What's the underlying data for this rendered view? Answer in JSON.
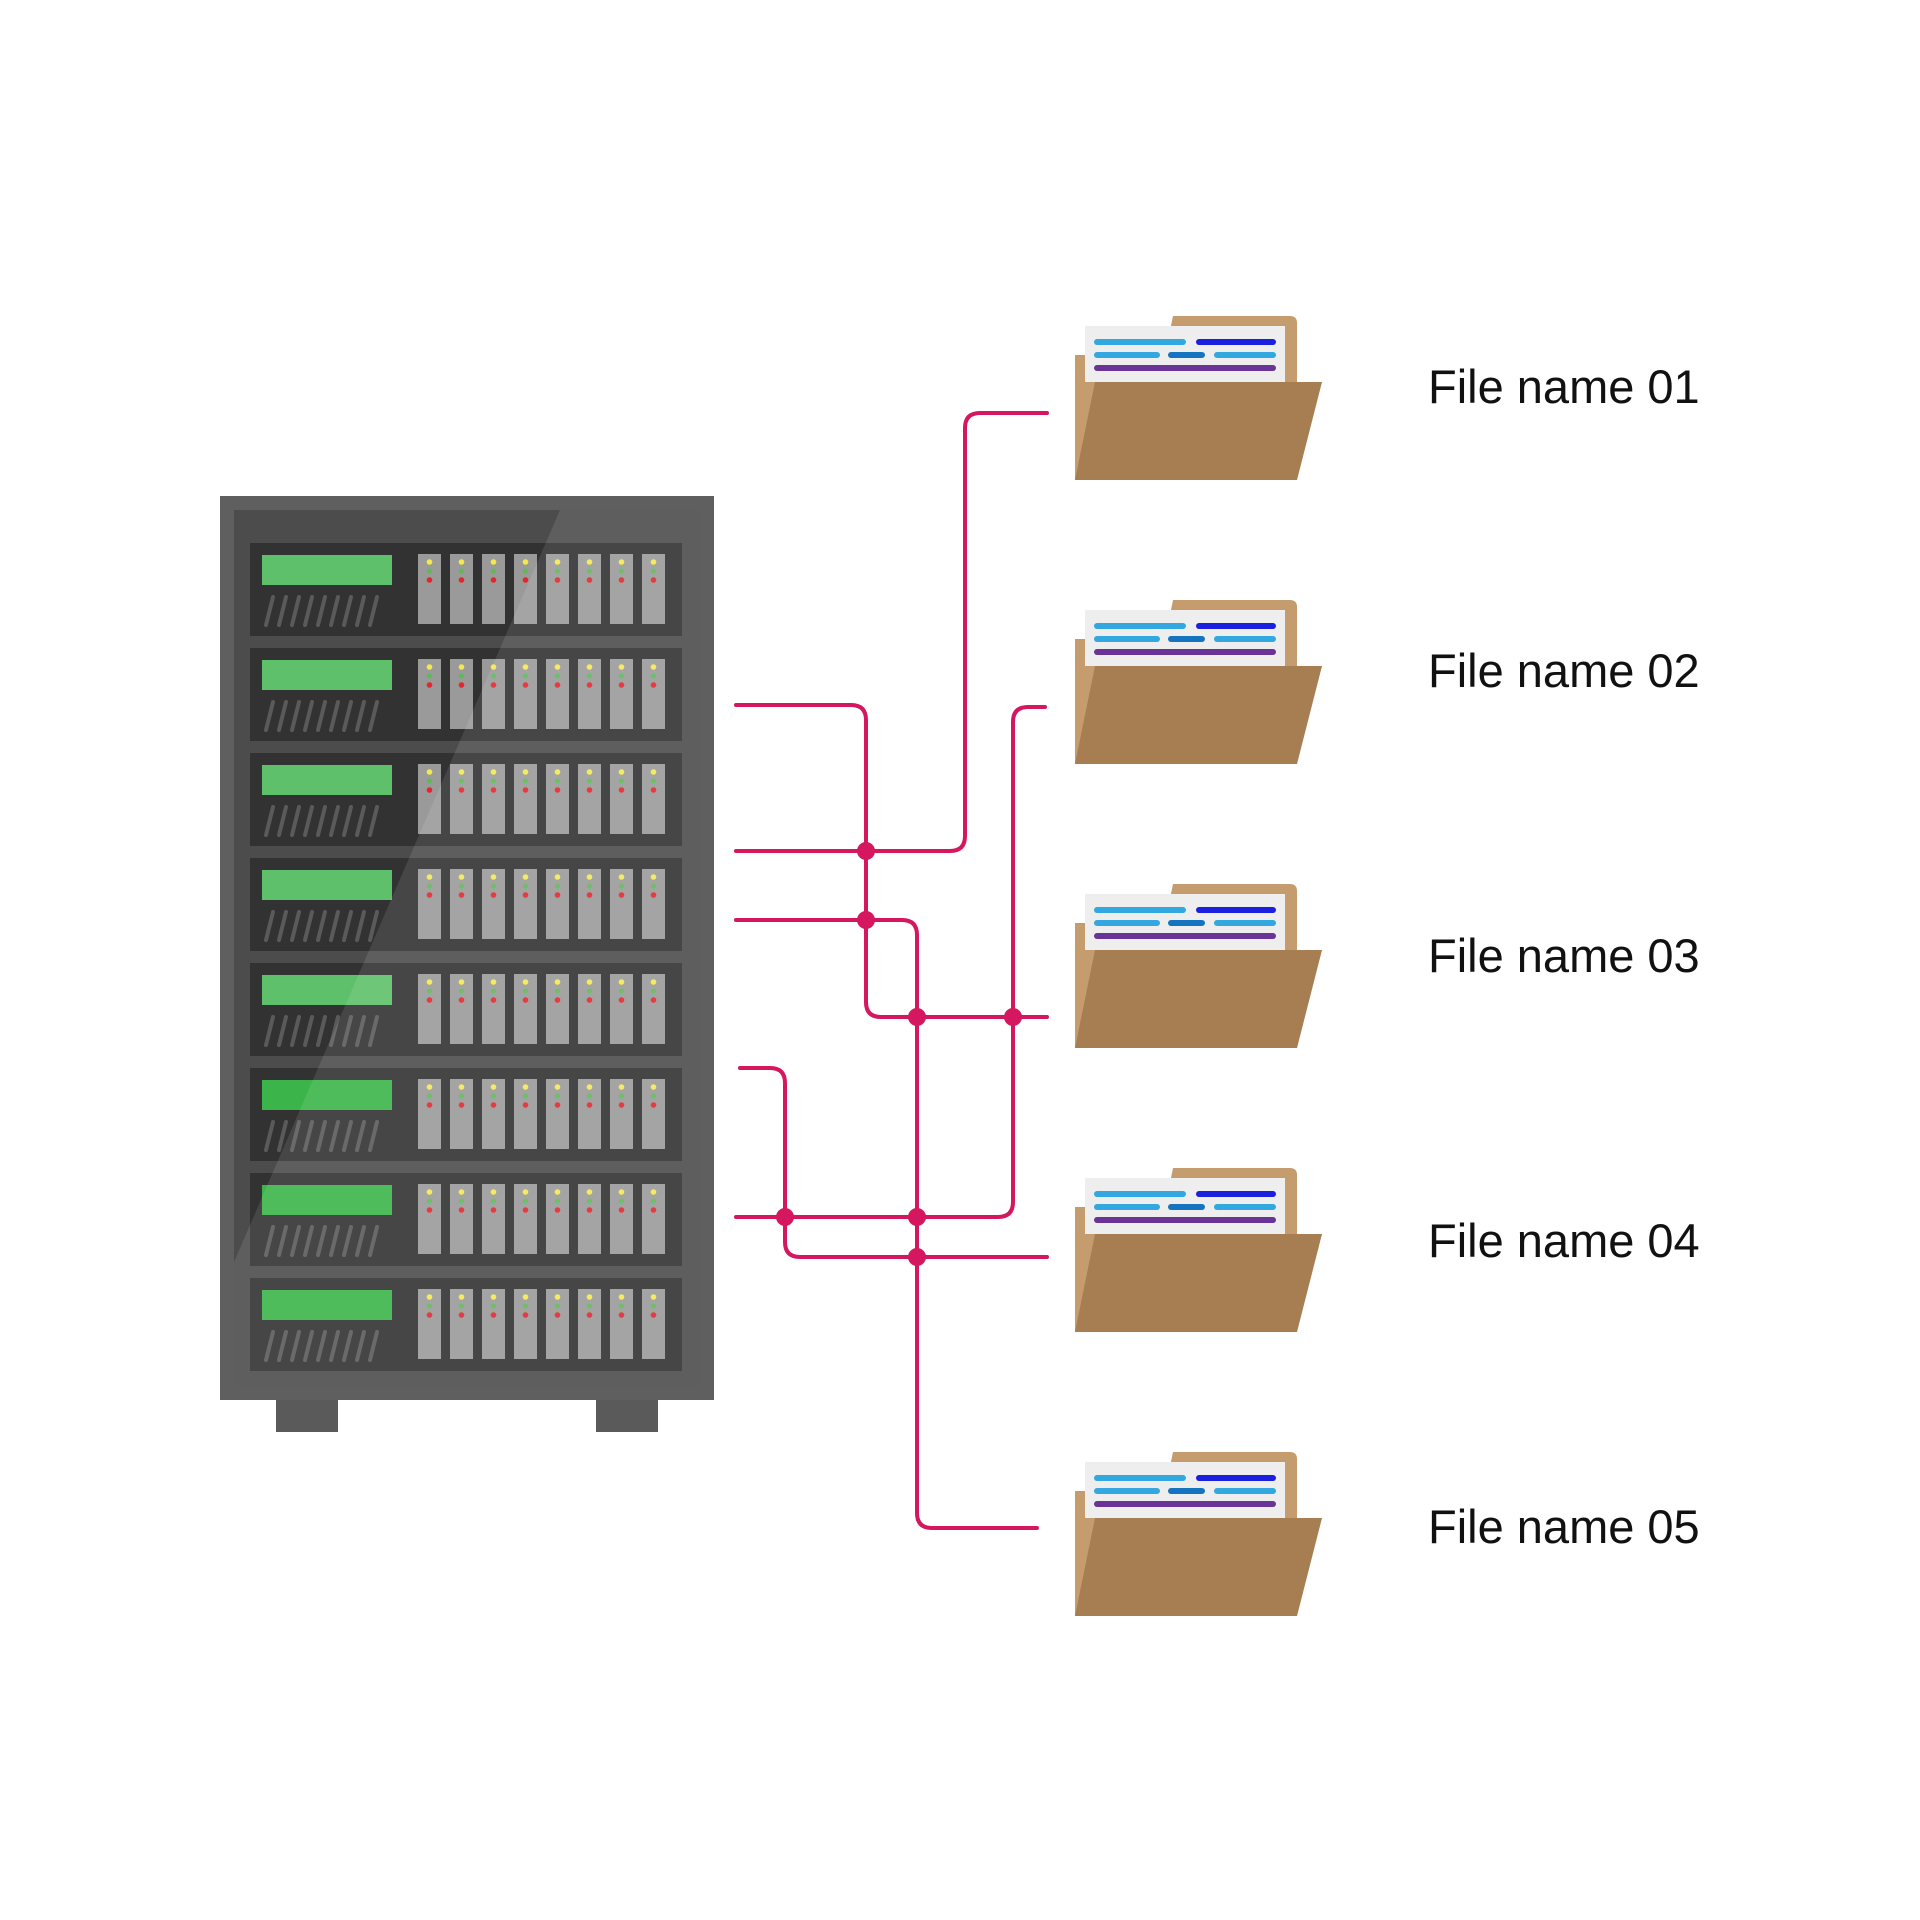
{
  "files": [
    {
      "label": "File name 01"
    },
    {
      "label": "File name 02"
    },
    {
      "label": "File name 03"
    },
    {
      "label": "File name 04"
    },
    {
      "label": "File name 05"
    }
  ],
  "server": {
    "unit_count": 8,
    "drive_bays_per_unit": 8
  },
  "colors": {
    "wire": "#d4175e",
    "rack_outer": "#5f5f5f",
    "rack_inner": "#4c4c4c",
    "unit": "#323232",
    "lcd": "#5ec06a",
    "lcd_bright": "#3bb54a",
    "drive": "#9a9a9a",
    "led_yellow": "#f4e94b",
    "led_red": "#e3262d",
    "folder_back": "#c59c6e",
    "folder_front": "#a67e52",
    "paper": "#eeeeee",
    "doc_light_blue": "#33a8e0",
    "doc_blue": "#1b1fe0",
    "doc_mid_blue": "#1574c0",
    "doc_purple": "#6a3496"
  }
}
